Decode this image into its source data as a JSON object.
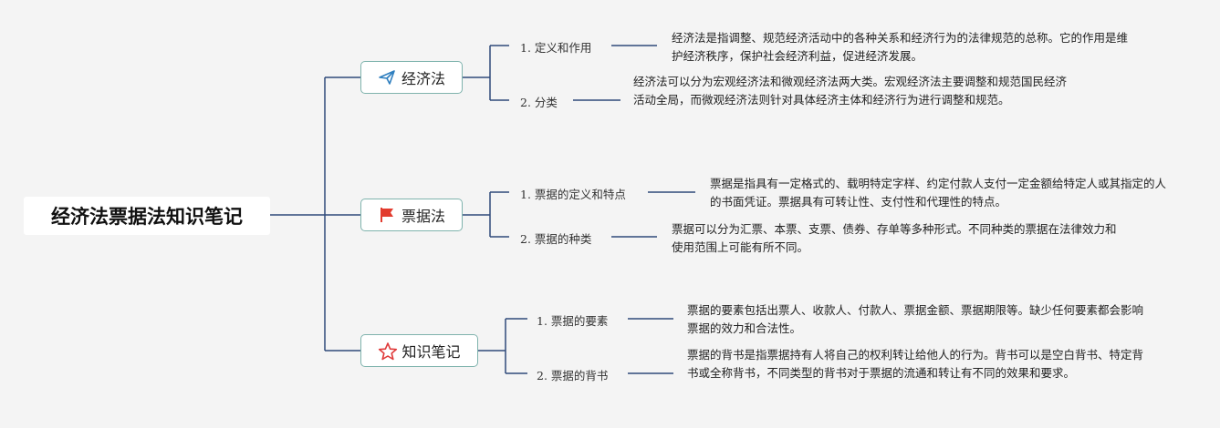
{
  "root": {
    "title": "经济法票据法知识笔记"
  },
  "branches": [
    {
      "label": "经济法",
      "icon": "paper-plane-icon",
      "children": [
        {
          "label": "1. 定义和作用",
          "text": "经济法是指调整、规范经济活动中的各种关系和经济行为的法律规范的总称。它的作用是维护经济秩序，保护社会经济利益，促进经济发展。"
        },
        {
          "label": "2. 分类",
          "text": "经济法可以分为宏观经济法和微观经济法两大类。宏观经济法主要调整和规范国民经济活动全局，而微观经济法则针对具体经济主体和经济行为进行调整和规范。"
        }
      ]
    },
    {
      "label": "票据法",
      "icon": "flag-icon",
      "children": [
        {
          "label": "1. 票据的定义和特点",
          "text": "票据是指具有一定格式的、载明特定字样、约定付款人支付一定金额给特定人或其指定的人的书面凭证。票据具有可转让性、支付性和代理性的特点。"
        },
        {
          "label": "2. 票据的种类",
          "text": "票据可以分为汇票、本票、支票、债券、存单等多种形式。不同种类的票据在法律效力和使用范围上可能有所不同。"
        }
      ]
    },
    {
      "label": "知识笔记",
      "icon": "star-icon",
      "children": [
        {
          "label": "1. 票据的要素",
          "text": "票据的要素包括出票人、收款人、付款人、票据金额、票据期限等。缺少任何要素都会影响票据的效力和合法性。"
        },
        {
          "label": "2. 票据的背书",
          "text": "票据的背书是指票据持有人将自己的权利转让给他人的行为。背书可以是空白背书、特定背书或全称背书，不同类型的背书对于票据的流通和转让有不同的效果和要求。"
        }
      ]
    }
  ],
  "colors": {
    "connector": "#2f4a7a",
    "branch_border": "#7fb3ad",
    "plane": "#2f7fbf",
    "flag": "#e23b2e",
    "star": "#e03a3a"
  }
}
